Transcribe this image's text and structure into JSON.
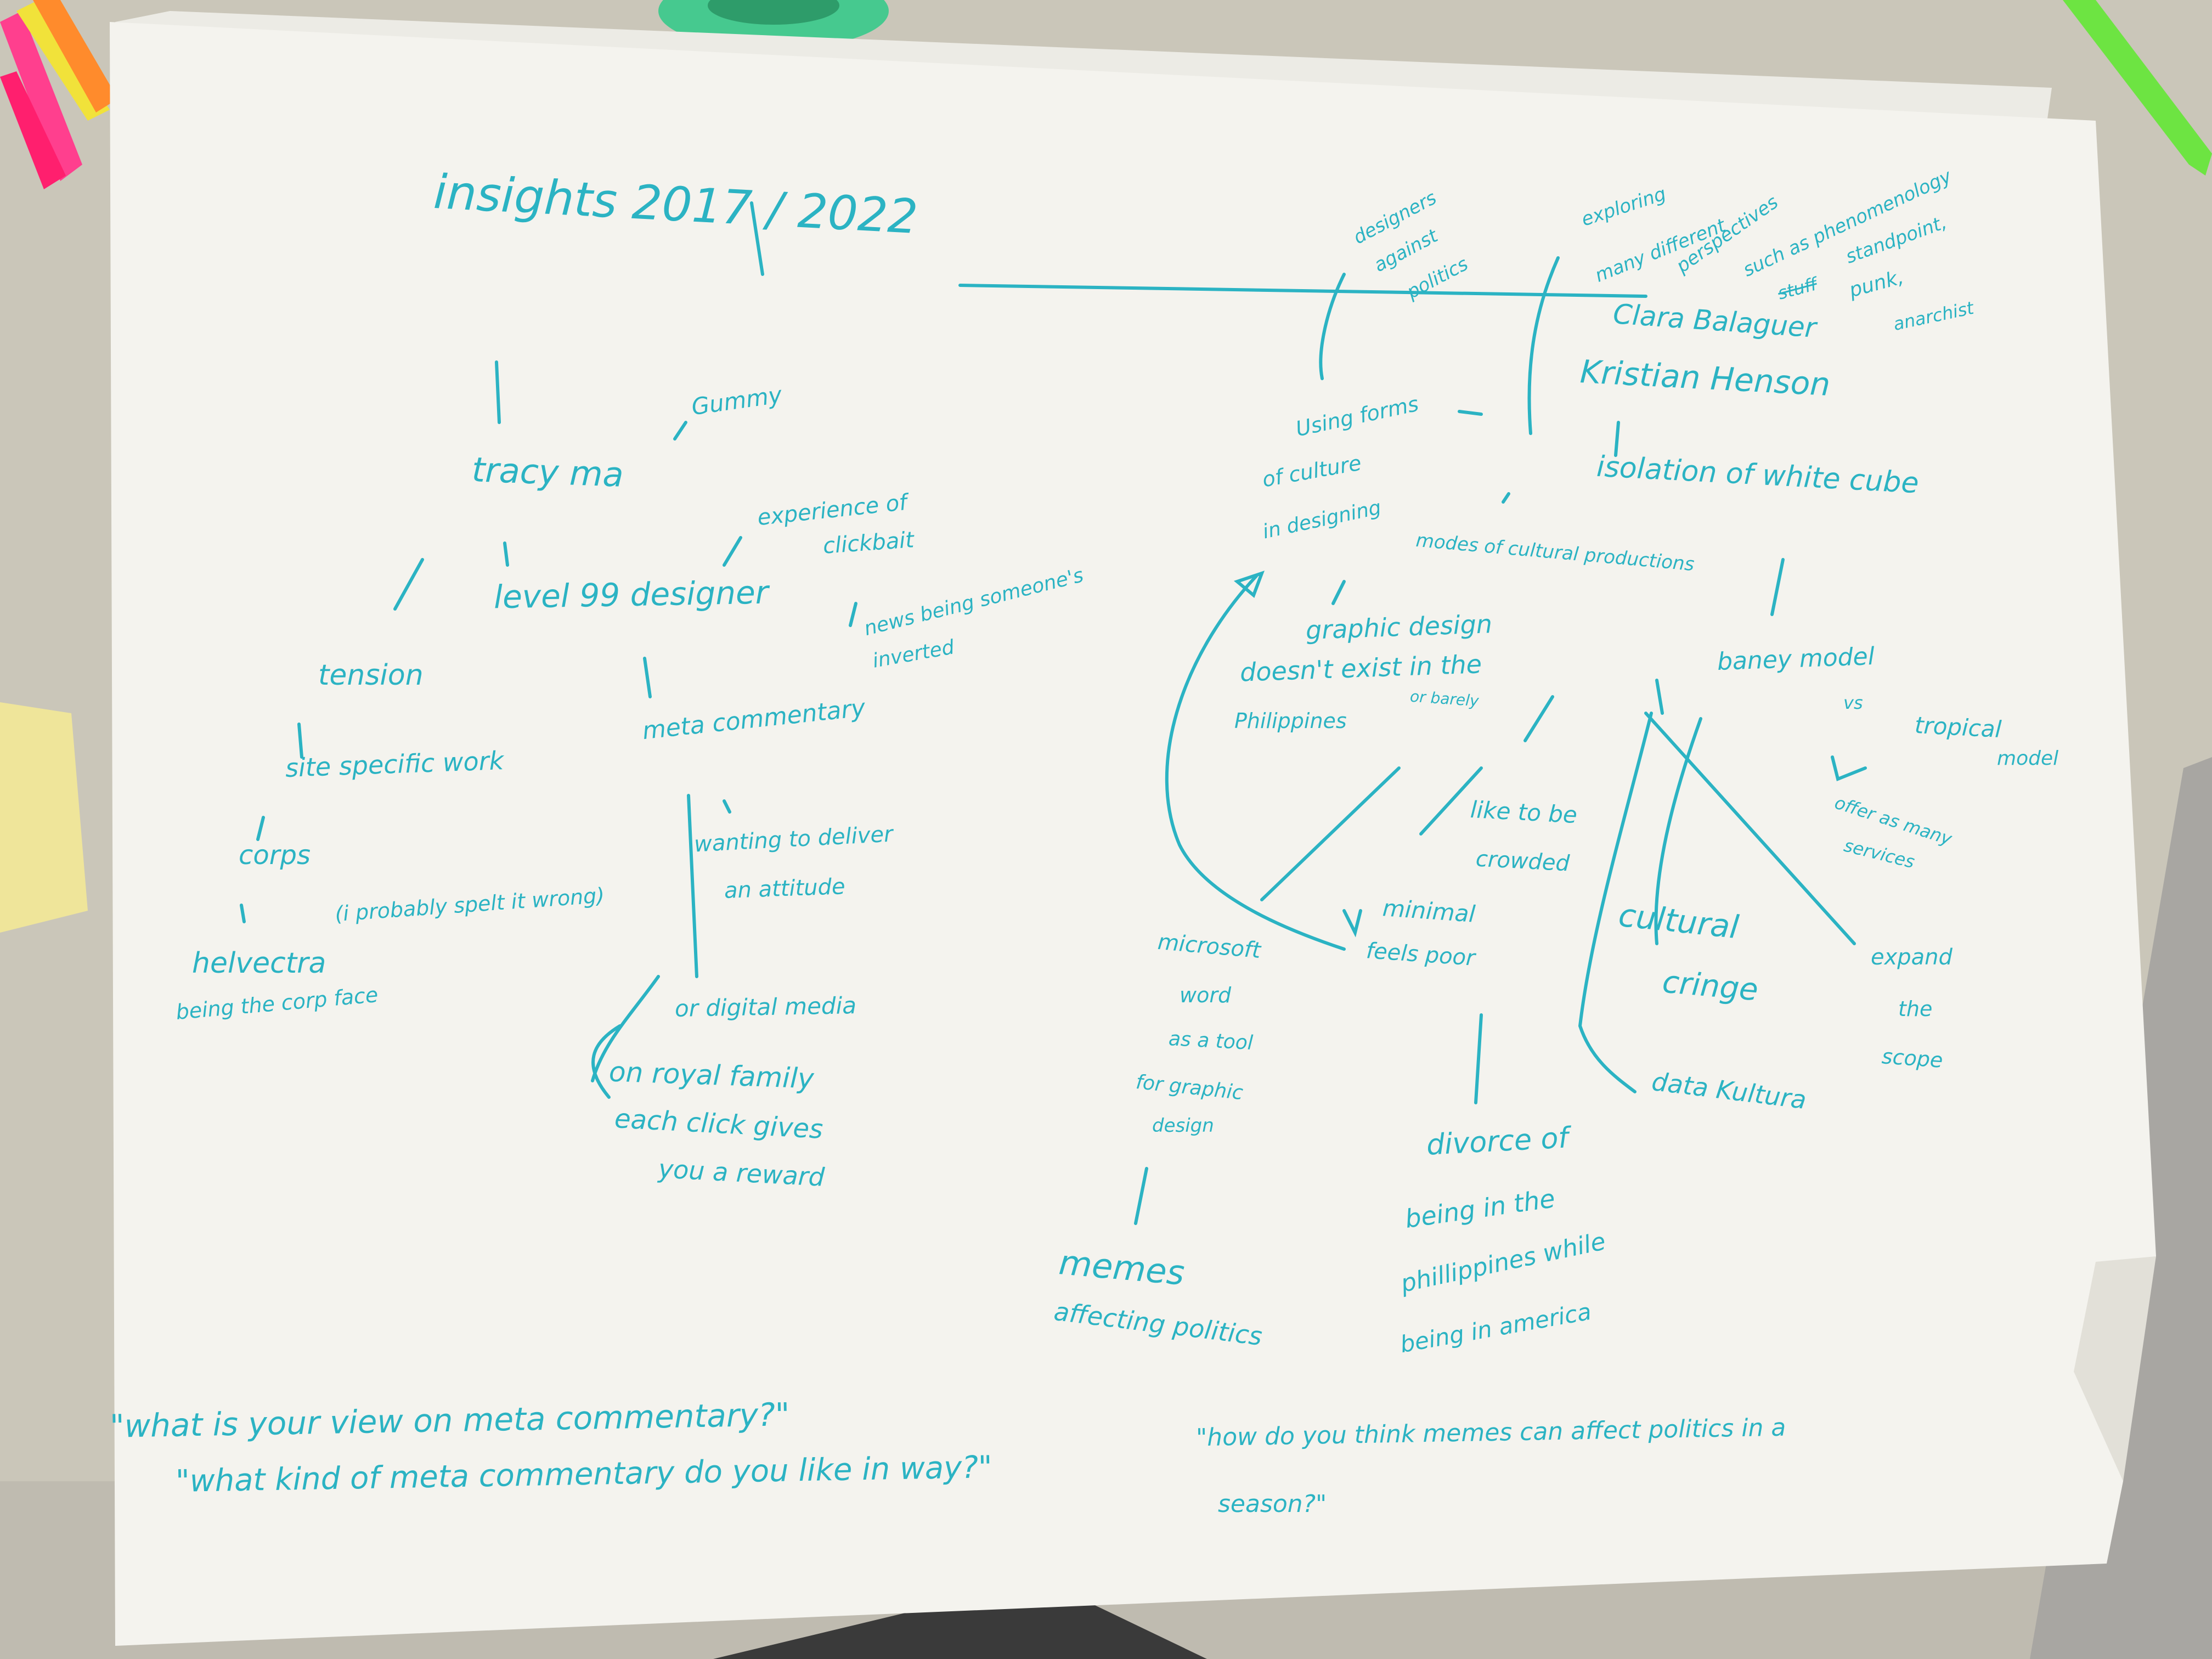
{
  "ink_color": "#2bb3c3",
  "paper_color": "#f4f3ee",
  "table_color": "#c9c5b8",
  "objects": [
    "tape-roll",
    "highlighters",
    "sticky-note"
  ],
  "notes": {
    "title": "insights 2017 / 2022",
    "gummy": "Gummy",
    "tracy_ma": "tracy ma",
    "experience_of": "experience of",
    "clickbait": "clickbait",
    "level_99": "level 99 designer",
    "news_being": "news being someone's",
    "inverted": "inverted",
    "tension": "tension",
    "meta_commentary": "meta commentary",
    "site_specific": "site specific work",
    "corps": "corps",
    "wanting": "wanting to deliver",
    "an_attitude": "an attitude",
    "spelt_wrong": "(i probably spelt it wrong)",
    "helvectra": "helvectra",
    "being_corp": "being the corp face",
    "digital_media": "or digital media",
    "royal_family": "on royal family",
    "each_click": "each click gives",
    "you_reward": "you a reward",
    "designers": "designers",
    "against": "against",
    "politics": "politics",
    "exploring": "exploring",
    "many_different": "many different",
    "perspectives": "perspectives",
    "such_as": "such as phenomenology",
    "stuff": "stuff",
    "standpoint": "standpoint,",
    "punk": "punk,",
    "anarchist": "anarchist",
    "clara": "Clara Balaguer",
    "kristian": "Kristian Henson",
    "using_forms": "Using forms",
    "of_culture": "of culture",
    "in_designing": "in designing",
    "isolation": "isolation of white cube",
    "modes": "modes of cultural productions",
    "graphic_design": "graphic design",
    "doesnt_exist": "doesn't exist in the",
    "or_barely": "or barely",
    "philippines": "Philippines",
    "baney": "baney model",
    "vs": "vs",
    "tropical": "tropical",
    "model": "model",
    "like_to_be": "like to be",
    "crowded": "crowded",
    "offer": "offer as many",
    "services": "services",
    "minimal": "minimal",
    "feels_poor": "feels poor",
    "cultural": "cultural",
    "cringe": "cringe",
    "microsoft": "microsoft",
    "word": "word",
    "as_a_tool": "as a tool",
    "for_graphic": "for graphic",
    "design": "design",
    "expand": "expand",
    "the": "the",
    "scope": "scope",
    "data_kultura": "data Kultura",
    "divorce": "divorce of",
    "being_in": "being in the",
    "phillippines_while": "phillippines while",
    "being_america": "being in america",
    "memes": "memes",
    "affecting": "affecting politics",
    "q1": "\"what is your view on meta commentary?\"",
    "q2": "\"what kind of meta commentary do you like in way?\"",
    "q3a": "\"how do you think memes can affect politics in a",
    "q3b": "season?\""
  }
}
